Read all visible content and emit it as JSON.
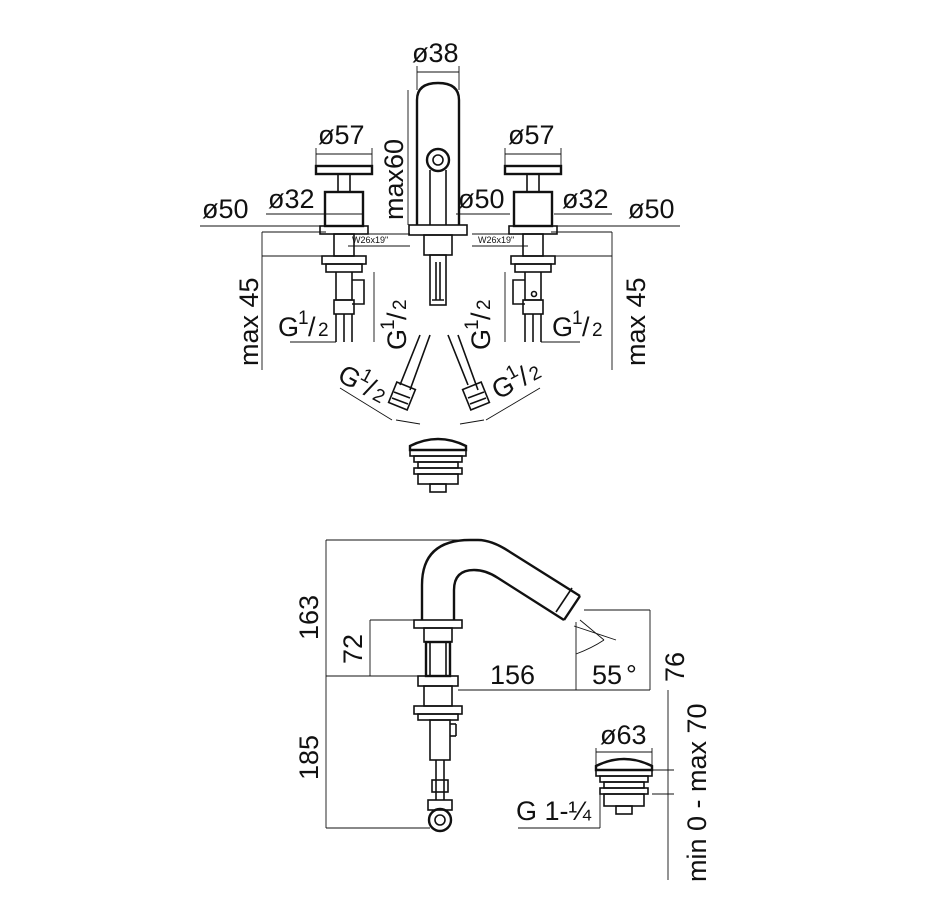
{
  "top_view": {
    "spout_diameter": "ø38",
    "handle_diameter_left": "ø57",
    "handle_diameter_right": "ø57",
    "spout_height": "max60",
    "base_diameter_outer_left": "ø50",
    "base_diameter_inner_left": "ø32",
    "base_diameter_center": "ø50",
    "base_diameter_inner_right": "ø32",
    "base_diameter_outer_right": "ø50",
    "wrench_size_left": "W26x19\"",
    "wrench_size_right": "W26x19\"",
    "max_left": "max 45",
    "max_right": "max 45",
    "thread_main": "G",
    "thread_sup": "1",
    "thread_sub": "2"
  },
  "side_view": {
    "total_height_upper": "163",
    "body_height": "72",
    "reach": "156",
    "angle": "55",
    "outlet_height": "76",
    "below_deck": "185",
    "waste_diameter": "ø63",
    "waste_thread": "G 1-¼",
    "waste_range": "min 0 - max 70"
  }
}
